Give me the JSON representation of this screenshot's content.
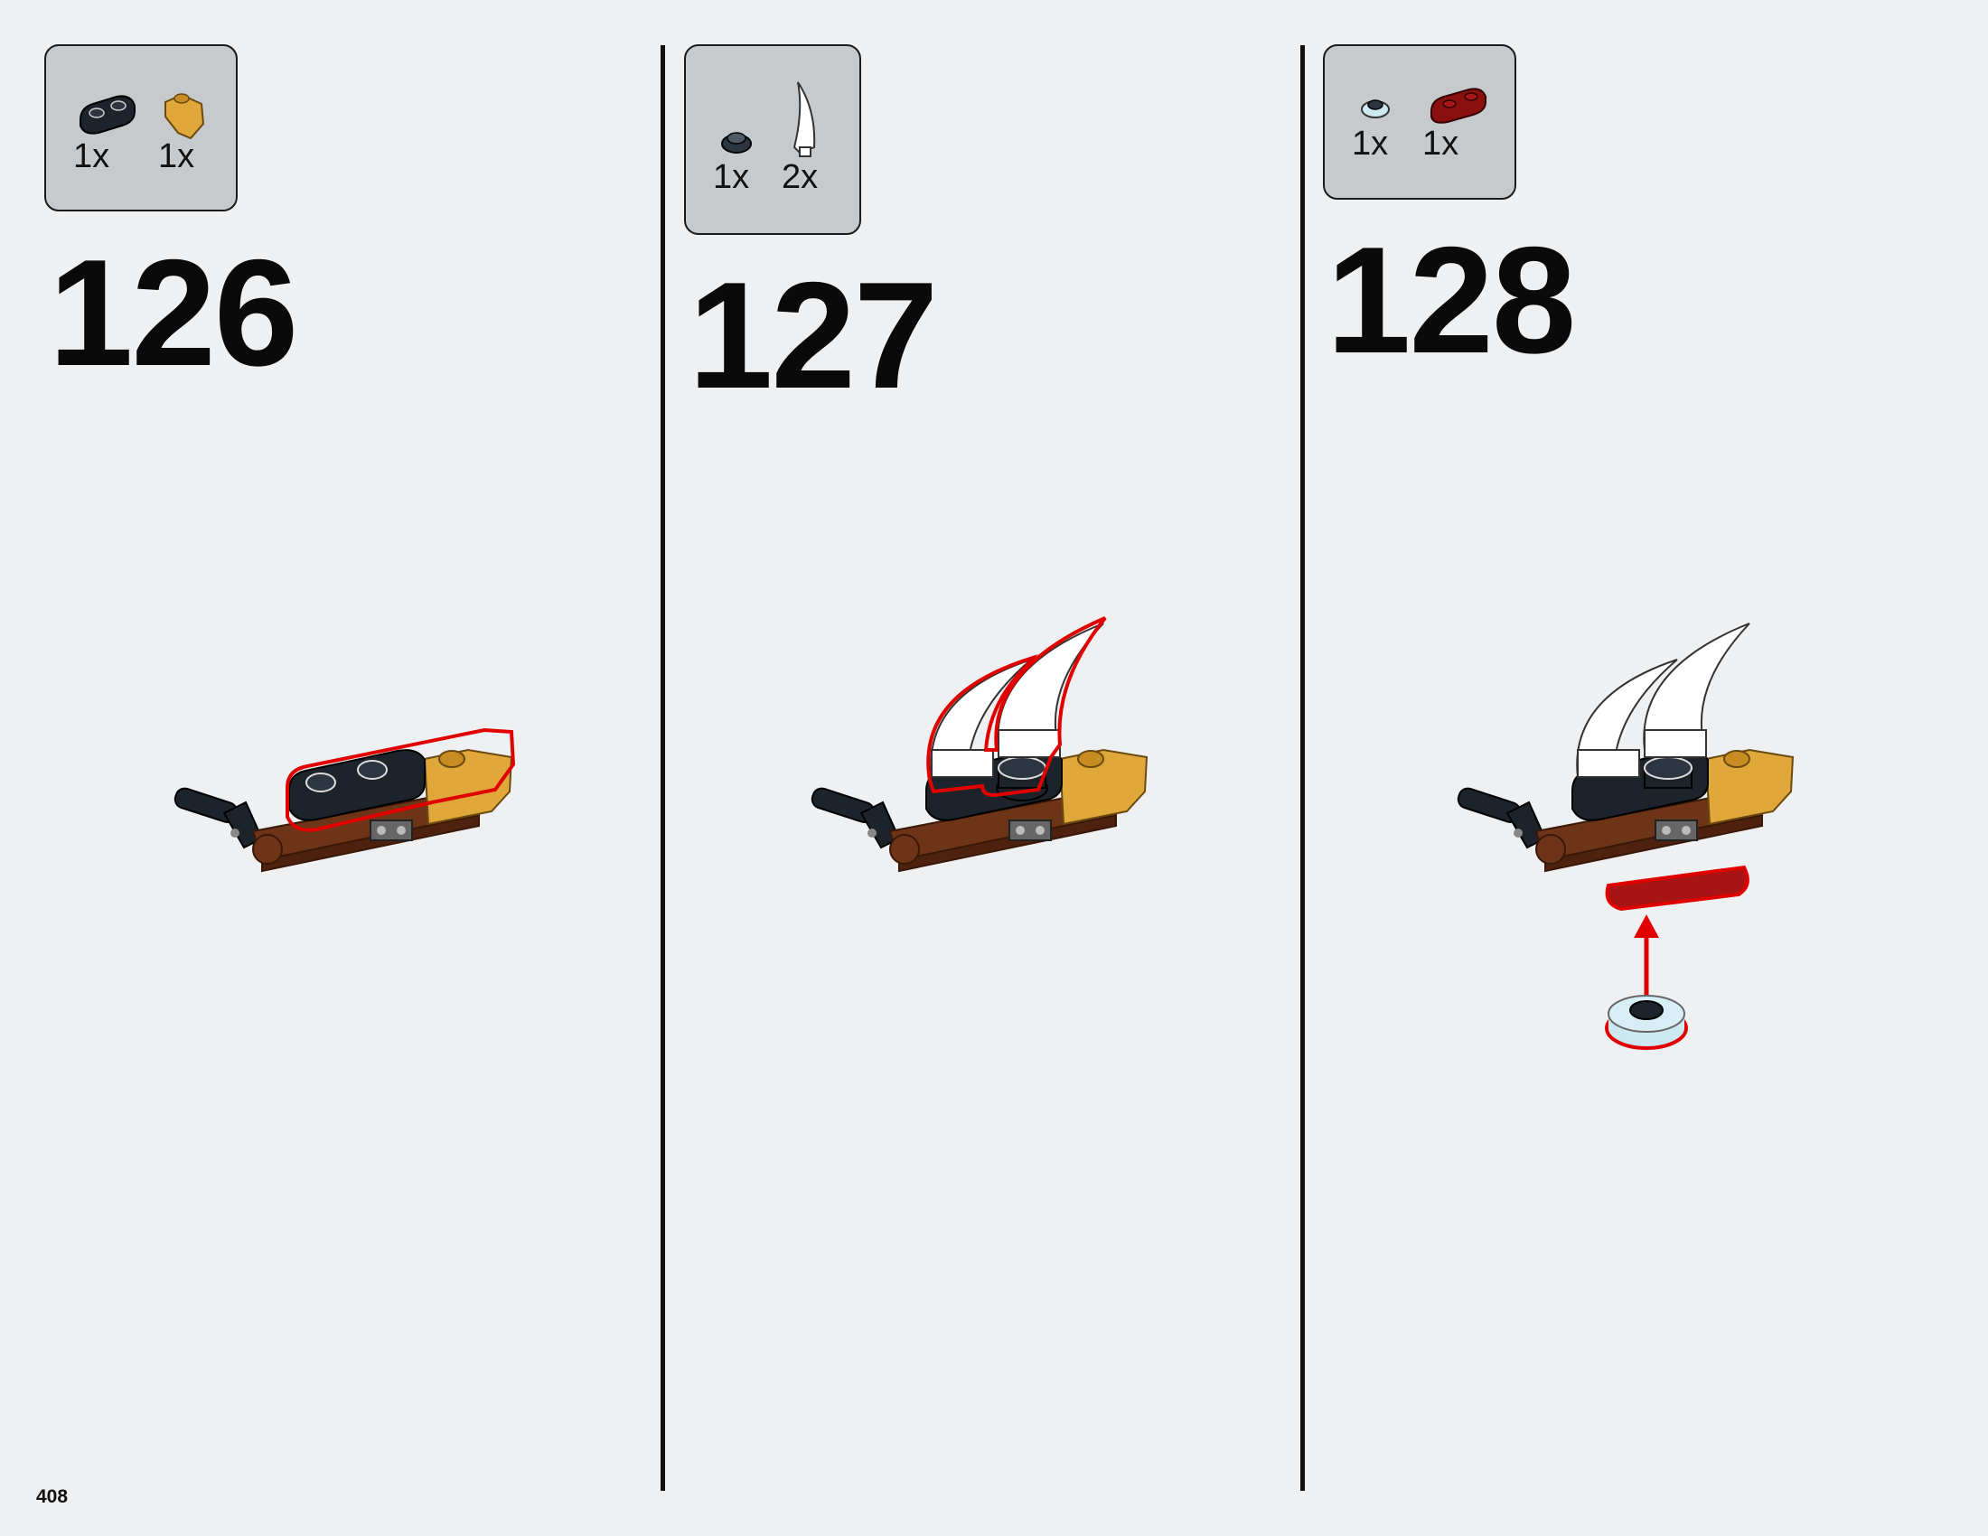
{
  "page_number": "408",
  "colors": {
    "background": "#eef0f2",
    "callout_box": "#c7cacd",
    "highlight": "#e00000",
    "black_part": "#1c232b",
    "gold_part": "#e0a83a",
    "brown_part": "#6e3418",
    "white_part": "#ffffff",
    "red_part": "#8a1010",
    "light_blue_part": "#cce8f0"
  },
  "steps": [
    {
      "number": "126",
      "parts": [
        {
          "icon": "black-plate-1x2-rounded-icon",
          "qty": "1x"
        },
        {
          "icon": "gold-slope-brick-icon",
          "qty": "1x"
        }
      ]
    },
    {
      "number": "127",
      "parts": [
        {
          "icon": "dark-round-plate-icon",
          "qty": "1x"
        },
        {
          "icon": "white-horn-tooth-icon",
          "qty": "2x"
        }
      ]
    },
    {
      "number": "128",
      "parts": [
        {
          "icon": "light-blue-round-plate-icon",
          "qty": "1x"
        },
        {
          "icon": "dark-red-plate-1x2-icon",
          "qty": "1x"
        }
      ]
    }
  ]
}
